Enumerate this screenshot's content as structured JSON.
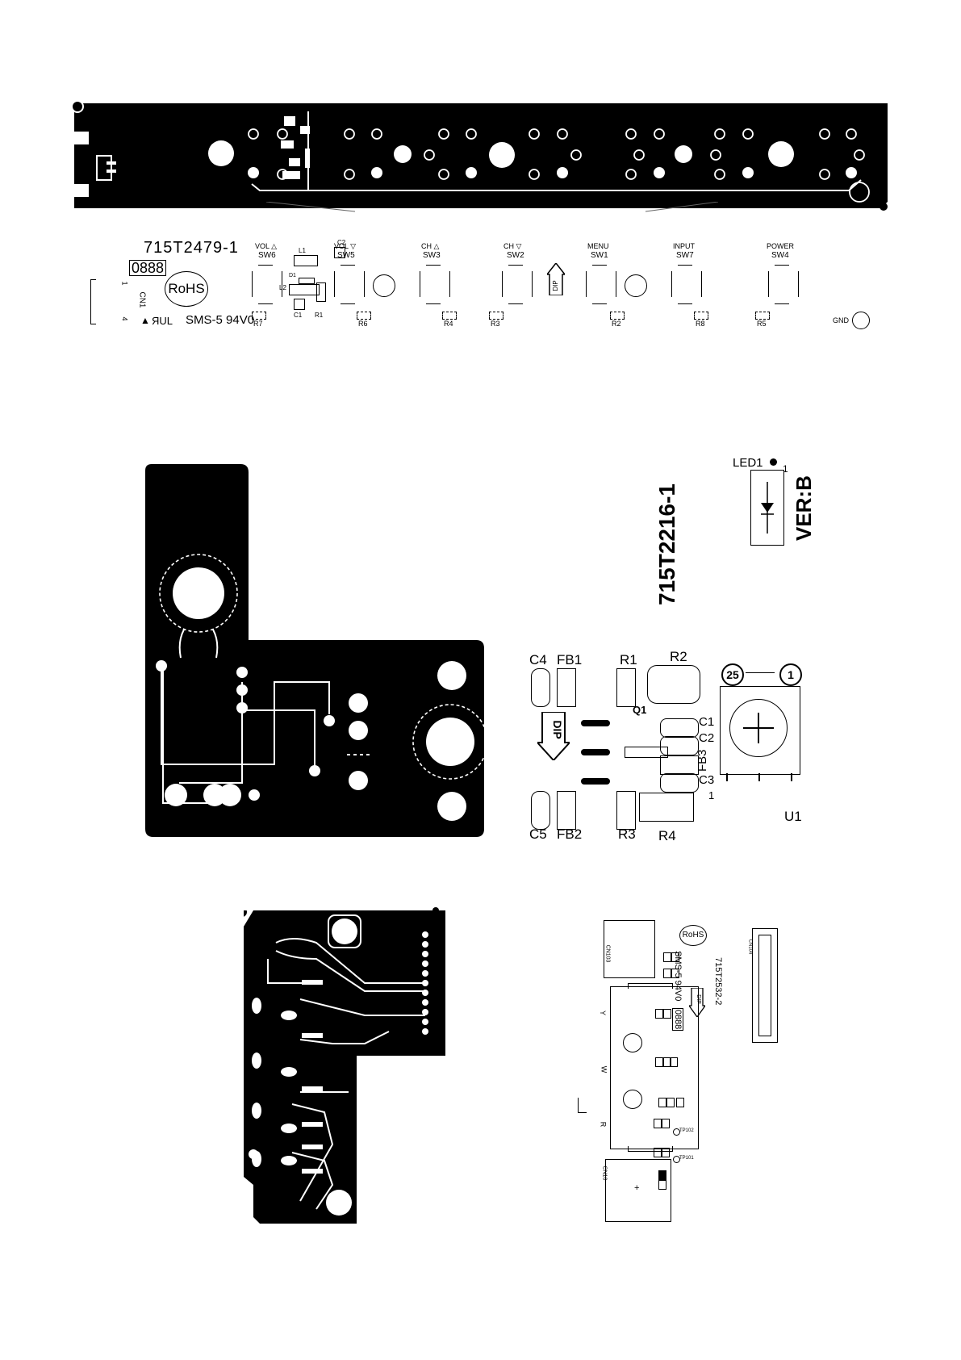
{
  "keypad_board": {
    "part_number": "715T2479-1",
    "code_box": "0888",
    "rohs": "RoHS",
    "connector": "CN1",
    "connector_pins": [
      "1",
      "4"
    ],
    "flammability": "SMS-5 94V0",
    "ul_mark": "ЯUL",
    "ground_label": "GND",
    "diode_label": "D1",
    "switches": [
      {
        "name": "VOL △",
        "ref": "SW6",
        "resistor": "R7"
      },
      {
        "name": "VOL ▽",
        "ref": "SW5",
        "resistor": "R6"
      },
      {
        "name": "CH △",
        "ref": "SW3",
        "resistor": "R4"
      },
      {
        "name": "CH ▽",
        "ref": "SW2",
        "resistor": "R3"
      },
      {
        "name": "MENU",
        "ref": "SW1",
        "resistor": "R2"
      },
      {
        "name": "INPUT",
        "ref": "SW7",
        "resistor": "R8"
      },
      {
        "name": "POWER",
        "ref": "SW4",
        "resistor": "R5"
      }
    ],
    "small_parts": [
      "L1",
      "C2",
      "L2",
      "C1",
      "R1"
    ]
  },
  "ir_board": {
    "part_number": "715T2216-1",
    "version": "VER:B",
    "led_label": "LED1",
    "led_pin": "1",
    "labels_top": [
      "C4",
      "FB1",
      "R1",
      "R2"
    ],
    "labels_bottom": [
      "C5",
      "FB2",
      "R3",
      "R4"
    ],
    "labels_side": [
      "C1",
      "C2",
      "FB3",
      "C3"
    ],
    "transistor": "Q1",
    "dip": "DIP",
    "pin_25": "25",
    "pin_1": "1",
    "ic": "U1",
    "pin_marker": "1"
  },
  "av_board": {
    "part_number": "715T2532-2",
    "rohs": "RoHS",
    "flammability": "SMS-5 94V0",
    "code_box": "0888",
    "dip": "DIP",
    "jacks": [
      "Y",
      "W",
      "R"
    ],
    "connectors": [
      "CN103",
      "CN104",
      "CN10"
    ],
    "test_points": [
      "TP102",
      "TP101"
    ]
  }
}
